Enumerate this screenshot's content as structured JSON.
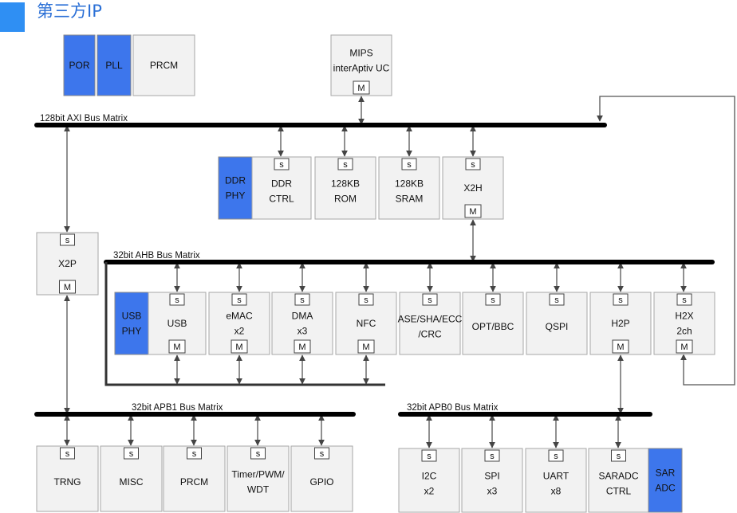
{
  "header": {
    "title": "第三方IP"
  },
  "buses": {
    "axi": "128bit AXI Bus Matrix",
    "ahb": "32bit AHB Bus Matrix",
    "apb1": "32bit APB1 Bus Matrix",
    "apb0": "32bit APB0 Bus Matrix"
  },
  "ports": {
    "slave": "s",
    "master": "M"
  },
  "blocks": {
    "por": [
      "POR"
    ],
    "pll": [
      "PLL"
    ],
    "prcm_top": [
      "PRCM"
    ],
    "mips": [
      "MIPS",
      "interAptiv UC"
    ],
    "ddr_phy": [
      "DDR",
      "PHY"
    ],
    "ddr_ctrl": [
      "DDR",
      "CTRL"
    ],
    "rom": [
      "128KB",
      "ROM"
    ],
    "sram": [
      "128KB",
      "SRAM"
    ],
    "x2h": [
      "X2H"
    ],
    "x2p": [
      "X2P"
    ],
    "usb_phy": [
      "USB",
      "PHY"
    ],
    "usb": [
      "USB"
    ],
    "emac": [
      "eMAC",
      "x2"
    ],
    "dma": [
      "DMA",
      "x3"
    ],
    "nfc": [
      "NFC"
    ],
    "ase": [
      "ASE/SHA/ECC",
      "/CRC"
    ],
    "opt": [
      "OPT/BBC"
    ],
    "qspi": [
      "QSPI"
    ],
    "h2p": [
      "H2P"
    ],
    "h2x": [
      "H2X",
      "2ch"
    ],
    "trng": [
      "TRNG"
    ],
    "misc": [
      "MISC"
    ],
    "prcm_bottom": [
      "PRCM"
    ],
    "timer": [
      "Timer/PWM/",
      "WDT"
    ],
    "gpio": [
      "GPIO"
    ],
    "i2c": [
      "I2C",
      "x2"
    ],
    "spi": [
      "SPI",
      "x3"
    ],
    "uart": [
      "UART",
      "x8"
    ],
    "saradc": [
      "SARADC",
      "CTRL"
    ],
    "sar_adc": [
      "SAR",
      "ADC"
    ]
  },
  "colors": {
    "accent": "#3d76ec",
    "header_square": "#2f8ff3",
    "title": "#2a6fd6",
    "block_fill": "#f2f2f2"
  }
}
